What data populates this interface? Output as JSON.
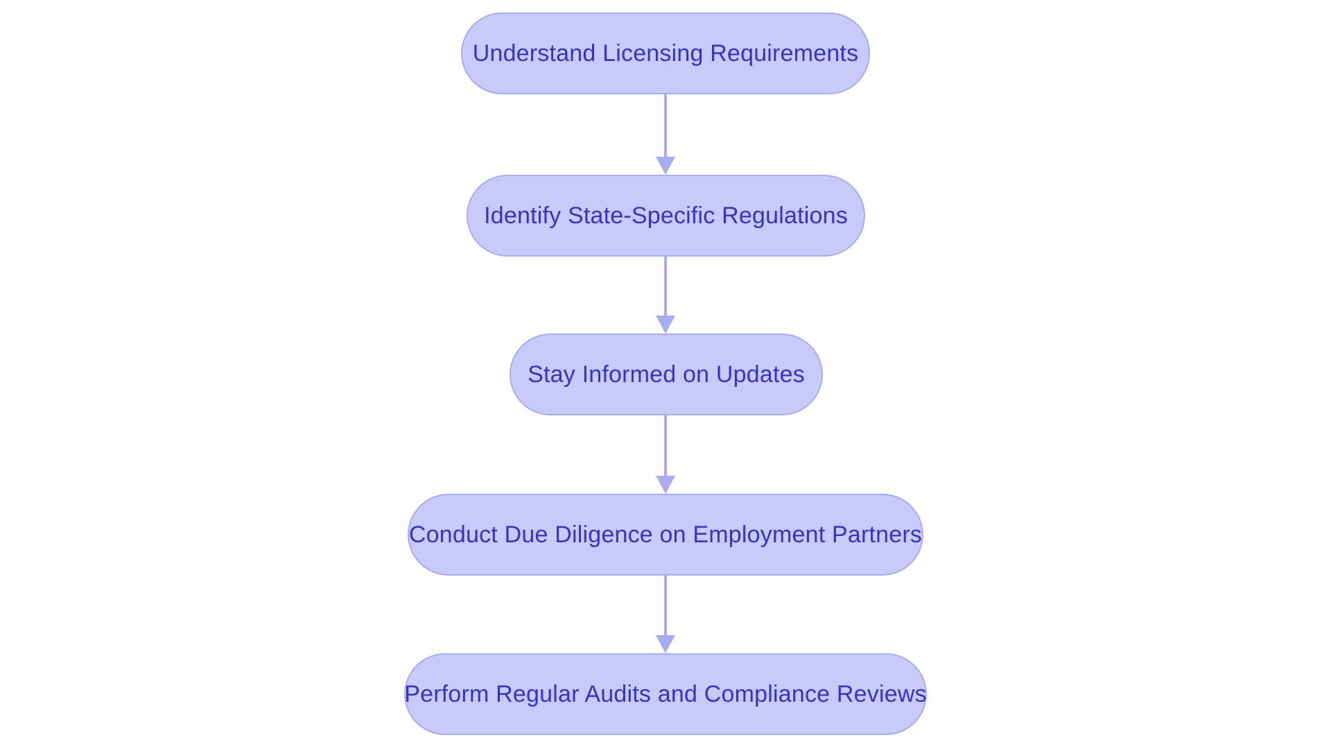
{
  "diagram": {
    "type": "flowchart",
    "orientation": "vertical",
    "background_color": "#ffffff",
    "node_fill_color": "#c8caf9",
    "node_border_color": "#a9acf0",
    "node_text_color": "#3633cc",
    "connector_color": "#a9acf0",
    "node_shape": "rounded-pill",
    "nodes": [
      {
        "id": "step-1",
        "label": "Understand Licensing Requirements"
      },
      {
        "id": "step-2",
        "label": "Identify State-Specific Regulations"
      },
      {
        "id": "step-3",
        "label": "Stay Informed on Updates"
      },
      {
        "id": "step-4",
        "label": "Conduct Due Diligence on Employment Partners"
      },
      {
        "id": "step-5",
        "label": "Perform Regular Audits and Compliance Reviews"
      }
    ],
    "connectors": [
      {
        "from": "step-1",
        "to": "step-2",
        "style": "arrow-down"
      },
      {
        "from": "step-2",
        "to": "step-3",
        "style": "arrow-down"
      },
      {
        "from": "step-3",
        "to": "step-4",
        "style": "arrow-down"
      },
      {
        "from": "step-4",
        "to": "step-5",
        "style": "arrow-down"
      }
    ]
  }
}
